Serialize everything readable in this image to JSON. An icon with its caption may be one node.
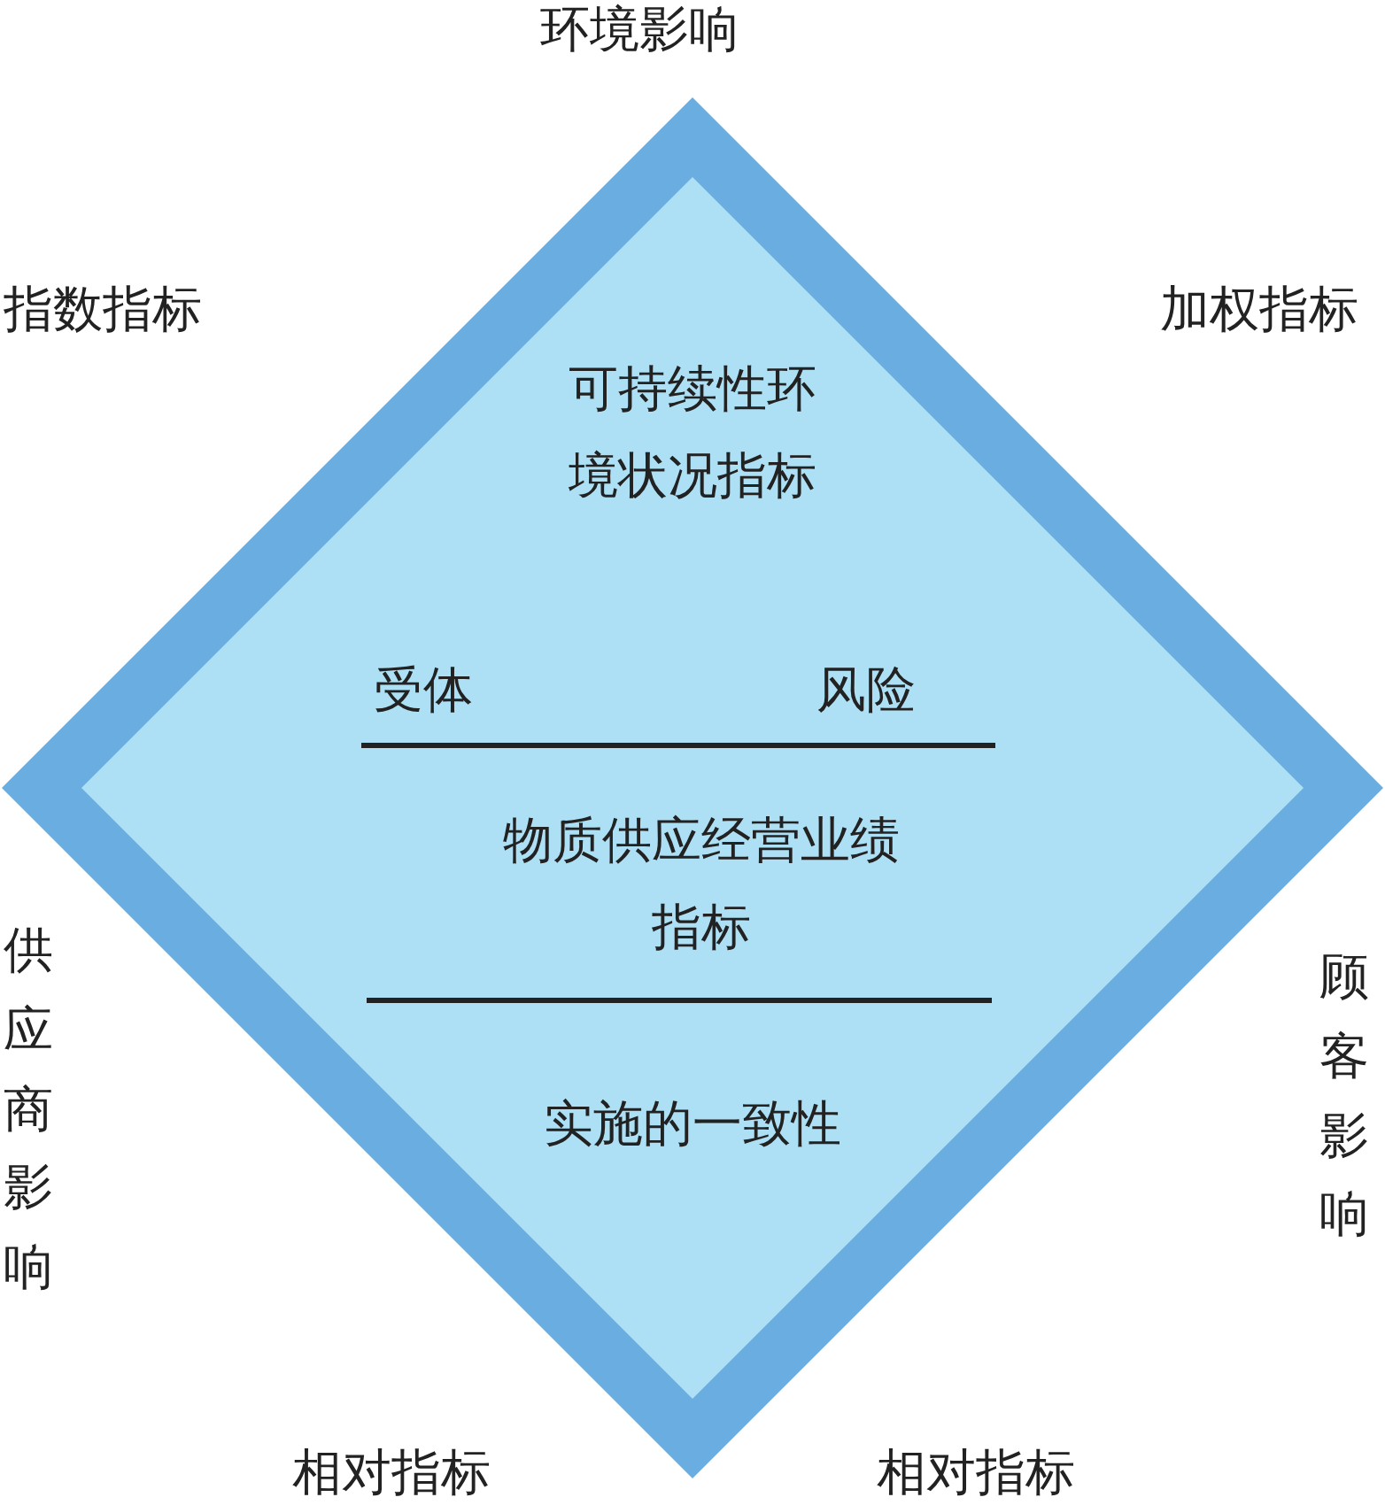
{
  "diagram": {
    "nodes": [
      {
        "text": [
          "可持续性环境状况指标",
          "受体",
          "风险",
          "物质供应经营业绩指标",
          "实施的一致性"
        ]
      }
    ],
    "labels": [
      "环境影响",
      "指数指标",
      "加权指标",
      "供应商影响",
      "顾客影响",
      "相对指标",
      "相对指标"
    ]
  }
}
